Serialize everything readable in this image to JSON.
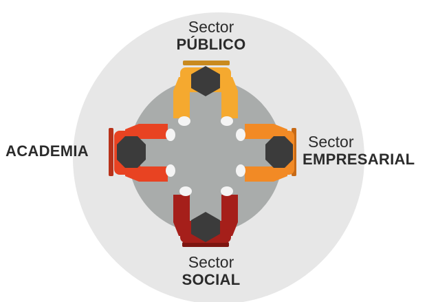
{
  "labels": {
    "publico": {
      "line1": "Sector",
      "line2": "PÚBLICO"
    },
    "empresarial": {
      "line1": "Sector",
      "line2": "EMPRESARIAL"
    },
    "social": {
      "line1": "Sector",
      "line2": "SOCIAL"
    },
    "academia": {
      "line1": "",
      "line2": "ACADEMIA"
    }
  },
  "colors": {
    "outer_circle": "#e7e7e7",
    "table": "#a9acab",
    "head": "#3b3b3b",
    "hand": "#f4f4f4",
    "publico": "#f5a92f",
    "empresarial": "#f28a25",
    "social": "#a51f1a",
    "academia": "#e84322",
    "text": "#2b2b2b"
  }
}
